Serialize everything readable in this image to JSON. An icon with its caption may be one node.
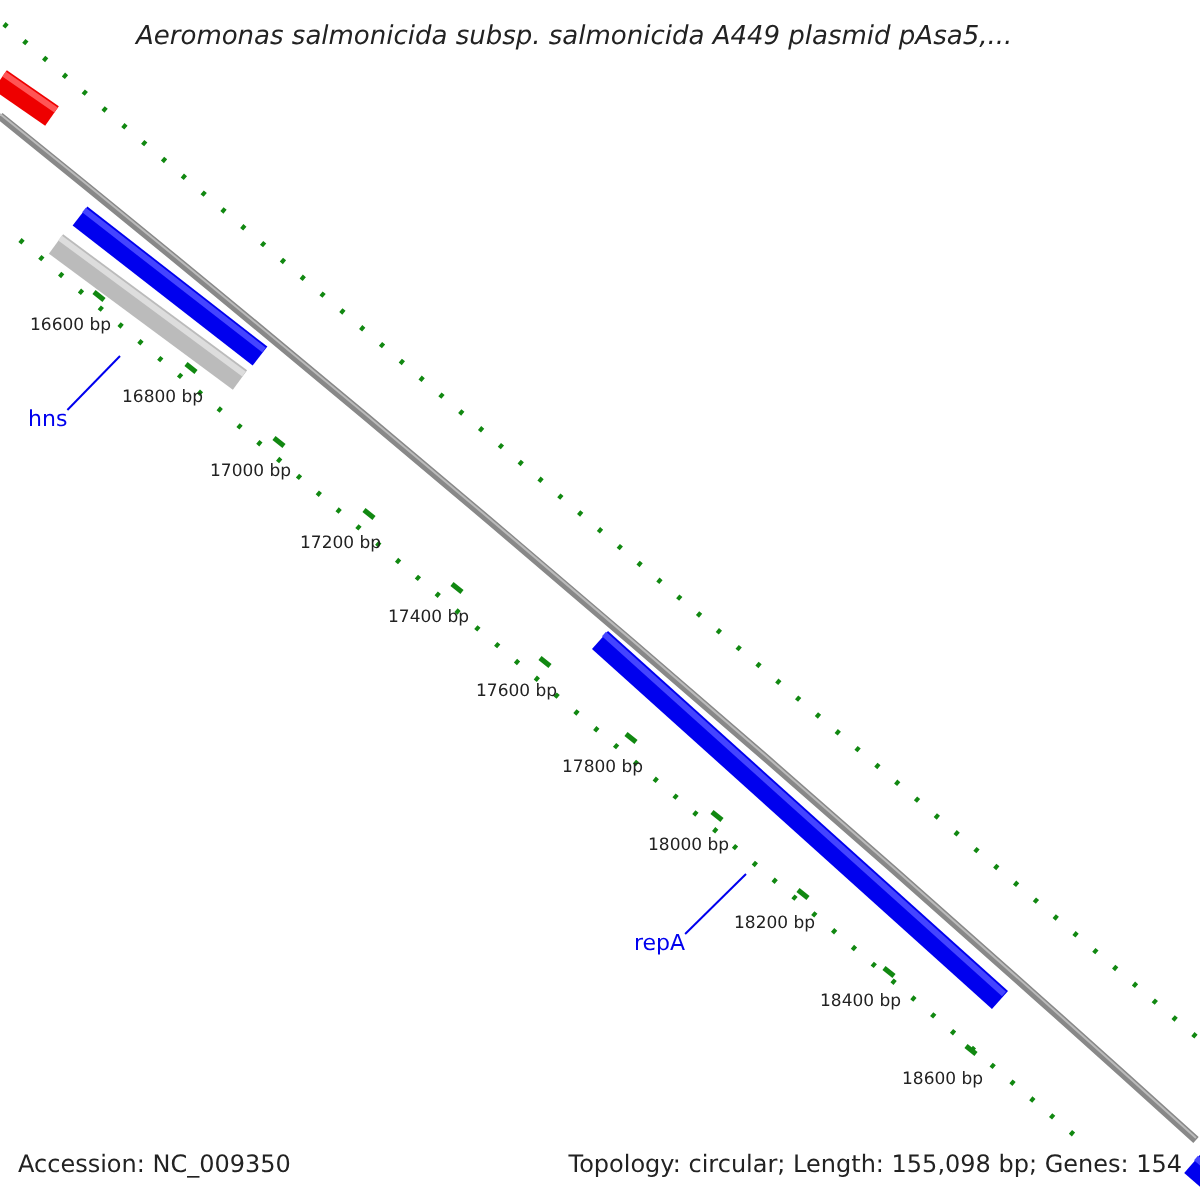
{
  "diagram": {
    "title": "Aeromonas salmonicida subsp. salmonicida A449 plasmid pAsa5,...",
    "nodes": [
      {
        "text": [
          "hns"
        ]
      },
      {
        "text": [
          "repA"
        ]
      }
    ],
    "edges": [
      {
        "from": 0,
        "to": null,
        "arrow": "none"
      },
      {
        "from": 1,
        "to": null,
        "arrow": "none"
      }
    ],
    "labels": [
      "16600 bp",
      "16800 bp",
      "17000 bp",
      "17200 bp",
      "17400 bp",
      "17600 bp",
      "17800 bp",
      "18000 bp",
      "18200 bp",
      "18400 bp",
      "18600 bp",
      "Accession: NC_009350",
      "Topology: circular; Length: 155,098 bp; Genes: 154"
    ]
  }
}
